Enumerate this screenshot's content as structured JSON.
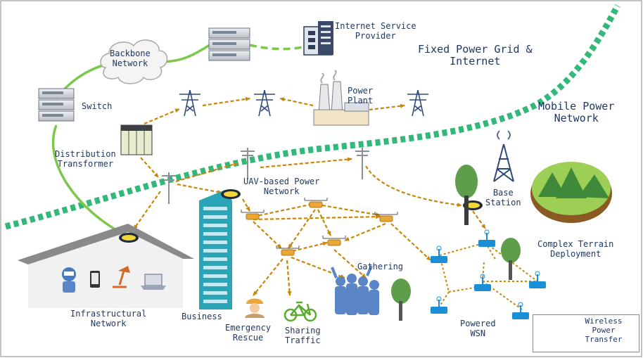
{
  "labels": {
    "isp": "Internet Service\nProvider",
    "backbone": "Backbone\nNetwork",
    "fixed_grid": "Fixed Power Grid &\nInternet",
    "switch": "Switch",
    "power_plant": "Power\nPlant",
    "mobile_power": "Mobile Power\nNetwork",
    "distribution": "Distribution\nTransformer",
    "uav": "UAV-based Power\nNetwork",
    "base_station": "Base\nStation",
    "complex_terrain": "Complex Terrain\nDeployment",
    "gathering": "Gathering",
    "infrastructural": "Infrastructural\nNetwork",
    "business": "Business",
    "emergency": "Emergency\nRescue",
    "sharing": "Sharing\nTraffic",
    "powered_wsn": "Powered\nWSN"
  },
  "legend": {
    "label": "Wireless\nPower\nTransfer"
  },
  "colors": {
    "arrow": "#c8860a",
    "network_line": "#7dc74a",
    "boundary": "#34b87a",
    "text": "#1f3864",
    "tower": "#2e4a7a",
    "building": "#2aa5b8",
    "crowd": "#5a86c8"
  }
}
